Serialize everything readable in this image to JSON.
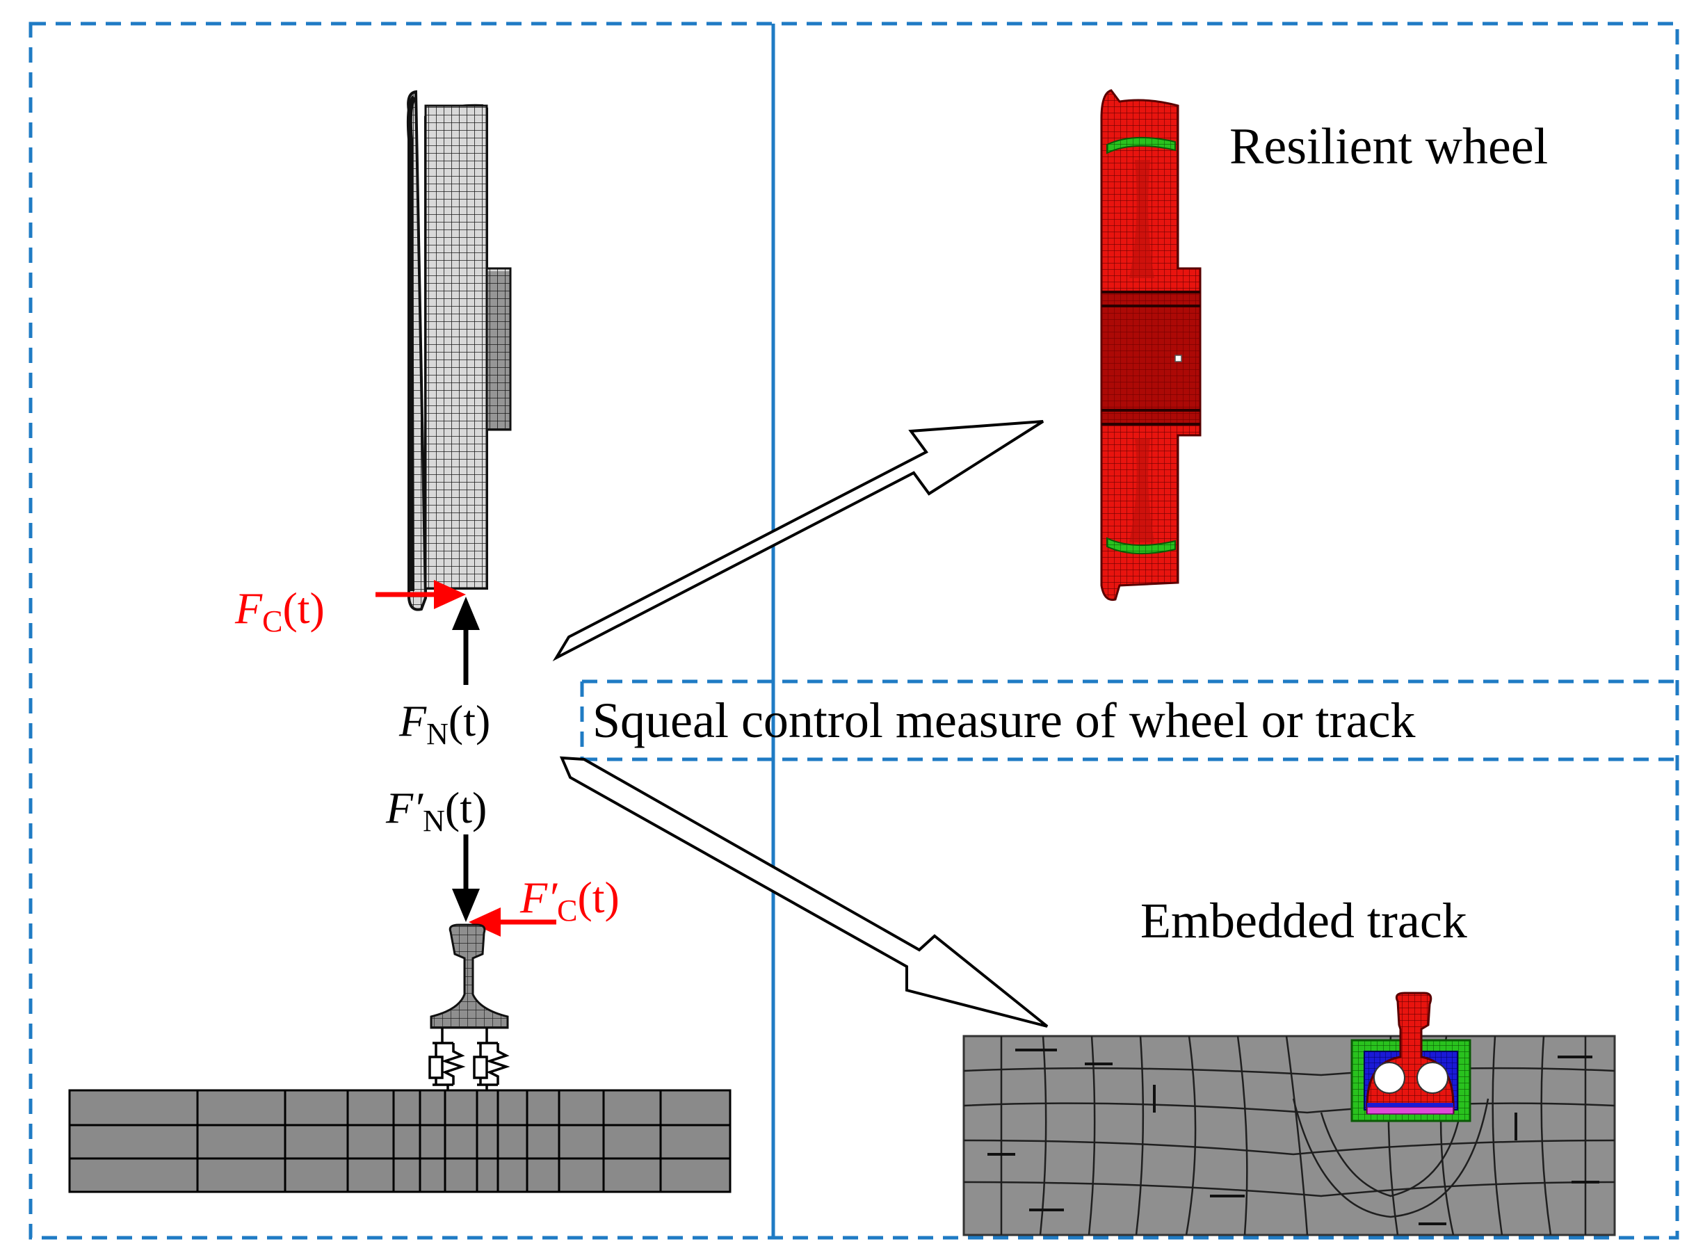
{
  "labels": {
    "resilient_wheel": "Resilient wheel",
    "embedded_track": "Embedded track",
    "squeal_control": "Squeal control measure of wheel or track"
  },
  "forces": {
    "fc": {
      "symbol": "F",
      "sub": "C",
      "arg": "(t)"
    },
    "fn": {
      "symbol": "F",
      "sub": "N",
      "arg": "(t)"
    },
    "fn_prime": {
      "symbol": "F′",
      "sub": "N",
      "arg": "(t)"
    },
    "fc_prime": {
      "symbol": "F′",
      "sub": "C",
      "arg": "(t)"
    }
  },
  "colors": {
    "frame_blue": "#1f7bc4",
    "force_red": "#ff0000",
    "mesh_gray": "#8a8a8a",
    "wheel_red": "#e8140f",
    "rubber_green": "#29c21e",
    "track_blue": "#1a1ad6",
    "pad_magenta": "#e04ad8"
  }
}
